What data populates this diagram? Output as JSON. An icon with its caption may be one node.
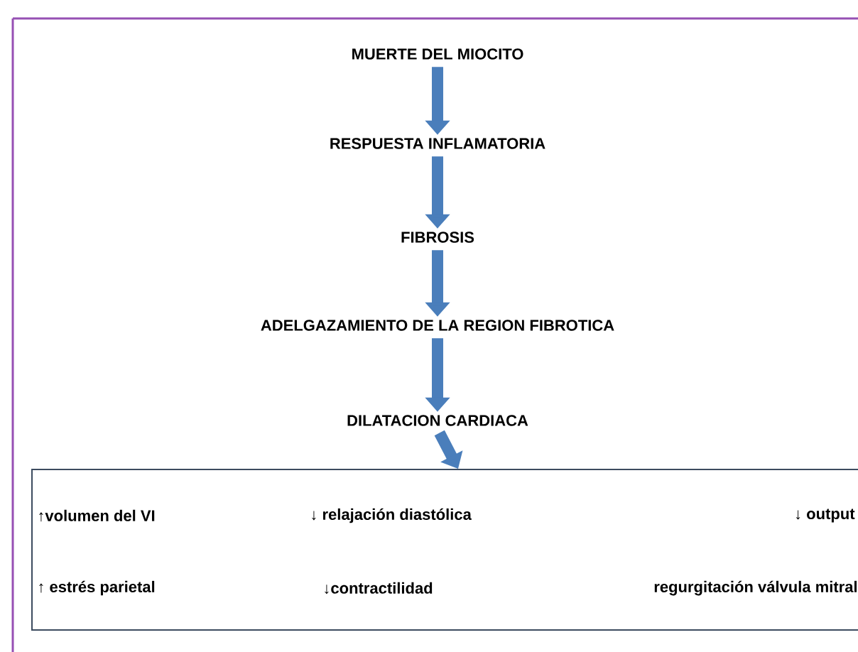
{
  "diagram": {
    "nodes": [
      {
        "text": [
          "MUERTE DEL MIOCITO"
        ]
      },
      {
        "text": [
          "RESPUESTA INFLAMATORIA"
        ]
      },
      {
        "text": [
          "FIBROSIS"
        ]
      },
      {
        "text": [
          "ADELGAZAMIENTO DE LA REGION FIBROTICA"
        ]
      },
      {
        "text": [
          "DILATACION CARDIACA"
        ]
      },
      {
        "text": [
          "↑volumen del VI",
          "↓ relajación diastólica",
          "↓ output",
          "↑ estrés parietal",
          "↓contractilidad",
          "regurgitación válvula mitral"
        ]
      }
    ],
    "edges": [
      {
        "from": 0,
        "to": 1,
        "arrow": "to"
      },
      {
        "from": 1,
        "to": 2,
        "arrow": "to"
      },
      {
        "from": 2,
        "to": 3,
        "arrow": "to"
      },
      {
        "from": 3,
        "to": 4,
        "arrow": "to"
      },
      {
        "from": 4,
        "to": 5,
        "arrow": "to"
      }
    ]
  }
}
